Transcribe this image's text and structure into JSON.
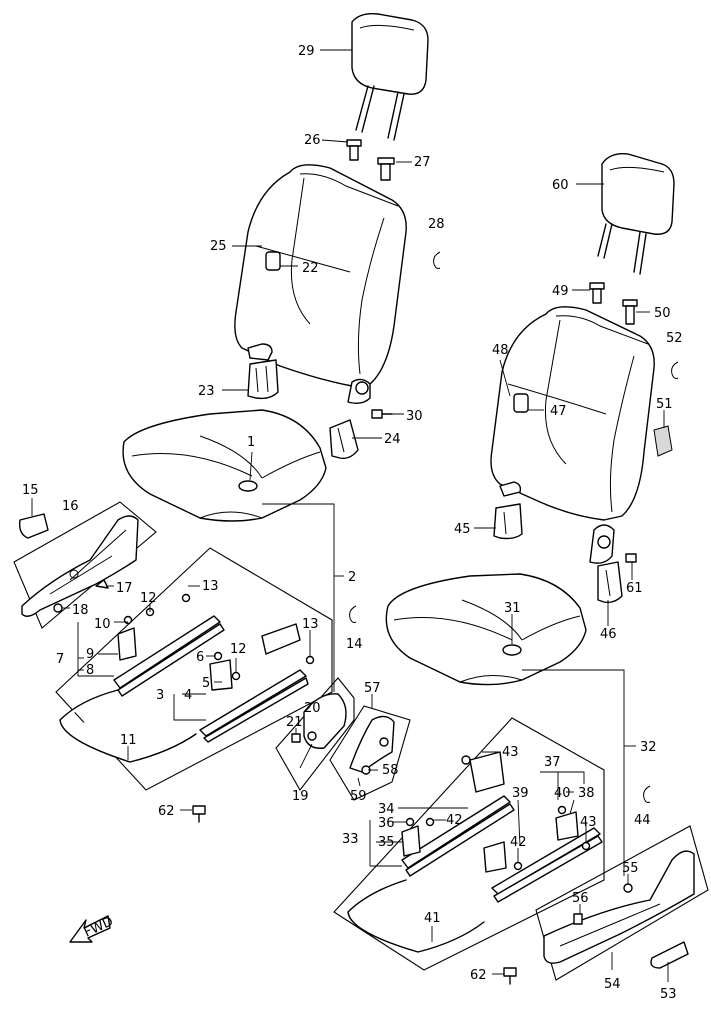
{
  "callouts": [
    {
      "id": "c29",
      "label": "29"
    },
    {
      "id": "c26",
      "label": "26"
    },
    {
      "id": "c27",
      "label": "27"
    },
    {
      "id": "c28",
      "label": "28"
    },
    {
      "id": "c25",
      "label": "25"
    },
    {
      "id": "c22",
      "label": "22"
    },
    {
      "id": "c23",
      "label": "23"
    },
    {
      "id": "c30",
      "label": "30"
    },
    {
      "id": "c24",
      "label": "24"
    },
    {
      "id": "c1",
      "label": "1"
    },
    {
      "id": "c2",
      "label": "2"
    },
    {
      "id": "c14",
      "label": "14"
    },
    {
      "id": "c15",
      "label": "15"
    },
    {
      "id": "c16",
      "label": "16"
    },
    {
      "id": "c17",
      "label": "17"
    },
    {
      "id": "c18",
      "label": "18"
    },
    {
      "id": "c13a",
      "label": "13"
    },
    {
      "id": "c12a",
      "label": "12"
    },
    {
      "id": "c10",
      "label": "10"
    },
    {
      "id": "c9",
      "label": "9"
    },
    {
      "id": "c7",
      "label": "7"
    },
    {
      "id": "c8",
      "label": "8"
    },
    {
      "id": "c6",
      "label": "6"
    },
    {
      "id": "c12b",
      "label": "12"
    },
    {
      "id": "c13b",
      "label": "13"
    },
    {
      "id": "c5",
      "label": "5"
    },
    {
      "id": "c3",
      "label": "3"
    },
    {
      "id": "c4",
      "label": "4"
    },
    {
      "id": "c11",
      "label": "11"
    },
    {
      "id": "c21",
      "label": "21"
    },
    {
      "id": "c20",
      "label": "20"
    },
    {
      "id": "c19",
      "label": "19"
    },
    {
      "id": "c57",
      "label": "57"
    },
    {
      "id": "c58",
      "label": "58"
    },
    {
      "id": "c59",
      "label": "59"
    },
    {
      "id": "c62a",
      "label": "62"
    },
    {
      "id": "c60",
      "label": "60"
    },
    {
      "id": "c49",
      "label": "49"
    },
    {
      "id": "c50",
      "label": "50"
    },
    {
      "id": "c52",
      "label": "52"
    },
    {
      "id": "c48",
      "label": "48"
    },
    {
      "id": "c47",
      "label": "47"
    },
    {
      "id": "c51",
      "label": "51"
    },
    {
      "id": "c45",
      "label": "45"
    },
    {
      "id": "c61",
      "label": "61"
    },
    {
      "id": "c46",
      "label": "46"
    },
    {
      "id": "c31",
      "label": "31"
    },
    {
      "id": "c32",
      "label": "32"
    },
    {
      "id": "c43a",
      "label": "43"
    },
    {
      "id": "c37",
      "label": "37"
    },
    {
      "id": "c40",
      "label": "40"
    },
    {
      "id": "c38",
      "label": "38"
    },
    {
      "id": "c39",
      "label": "39"
    },
    {
      "id": "c44",
      "label": "44"
    },
    {
      "id": "c34",
      "label": "34"
    },
    {
      "id": "c36",
      "label": "36"
    },
    {
      "id": "c42a",
      "label": "42"
    },
    {
      "id": "c33",
      "label": "33"
    },
    {
      "id": "c35",
      "label": "35"
    },
    {
      "id": "c42b",
      "label": "42"
    },
    {
      "id": "c43b",
      "label": "43"
    },
    {
      "id": "c41",
      "label": "41"
    },
    {
      "id": "c55",
      "label": "55"
    },
    {
      "id": "c56",
      "label": "56"
    },
    {
      "id": "c54",
      "label": "54"
    },
    {
      "id": "c53",
      "label": "53"
    },
    {
      "id": "c62b",
      "label": "62"
    }
  ],
  "arrow": {
    "label": "FWD",
    "icon": "forward-arrow-icon"
  }
}
